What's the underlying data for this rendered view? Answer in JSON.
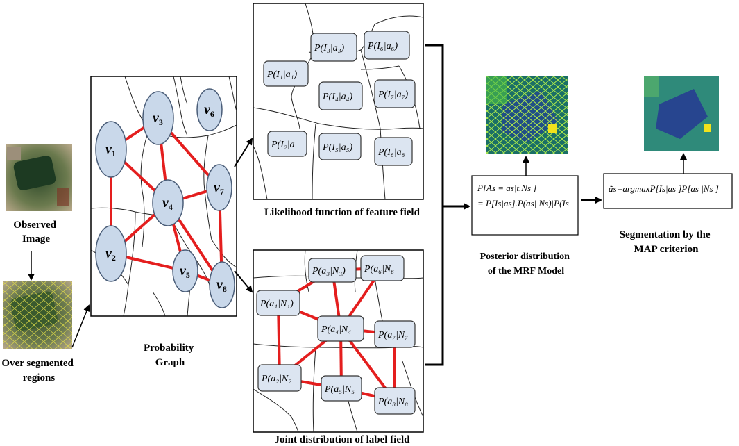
{
  "captions": {
    "observed": [
      "Observed",
      "Image"
    ],
    "over_segmented": [
      "Over segmented",
      "regions"
    ],
    "probability_graph": [
      "Probability",
      "Graph"
    ],
    "likelihood": "Likelihood function of feature field",
    "joint": "Joint distribution of label field",
    "posterior": [
      "Posterior distribution",
      "of the MRF Model"
    ],
    "segmentation": [
      "Segmentation by the",
      "MAP criterion"
    ]
  },
  "graph_nodes": [
    {
      "id": "v1",
      "label": "v",
      "sub": "1"
    },
    {
      "id": "v2",
      "label": "v",
      "sub": "2"
    },
    {
      "id": "v3",
      "label": "v",
      "sub": "3"
    },
    {
      "id": "v4",
      "label": "v",
      "sub": "4"
    },
    {
      "id": "v5",
      "label": "v",
      "sub": "5"
    },
    {
      "id": "v6",
      "label": "v",
      "sub": "6"
    },
    {
      "id": "v7",
      "label": "v",
      "sub": "7"
    },
    {
      "id": "v8",
      "label": "v",
      "sub": "8"
    }
  ],
  "graph_edges": [
    [
      "v1",
      "v3"
    ],
    [
      "v1",
      "v4"
    ],
    [
      "v1",
      "v2"
    ],
    [
      "v3",
      "v4"
    ],
    [
      "v3",
      "v7"
    ],
    [
      "v2",
      "v4"
    ],
    [
      "v2",
      "v5"
    ],
    [
      "v4",
      "v5"
    ],
    [
      "v4",
      "v7"
    ],
    [
      "v4",
      "v8"
    ],
    [
      "v7",
      "v8"
    ],
    [
      "v5",
      "v8"
    ]
  ],
  "likelihood_boxes": [
    "P(I₁|a₁)",
    "P(I₂|a",
    "P(I₃|a₃)",
    "P(I₄|a₄)",
    "P(I₅|a₅)",
    "P(I₆|a₆)",
    "P(I₇|a₇)",
    "P(I₈|a₈"
  ],
  "joint_boxes": [
    "P(a₁|N₁)",
    "P(a₂|N₂",
    "P(a₃|N₃)",
    "P(a₄|N₄",
    "P(a₅|N₅",
    "P(a₆|N₆",
    "P(a₇|N₇",
    "P(a₈|N₈"
  ],
  "joint_edges": [
    [
      "a1",
      "a3"
    ],
    [
      "a1",
      "a4"
    ],
    [
      "a1",
      "a2"
    ],
    [
      "a3",
      "a4"
    ],
    [
      "a3",
      "a6"
    ],
    [
      "a6",
      "a4"
    ],
    [
      "a4",
      "a7"
    ],
    [
      "a4",
      "a5"
    ],
    [
      "a4",
      "a8"
    ],
    [
      "a2",
      "a4"
    ],
    [
      "a2",
      "a5"
    ],
    [
      "a5",
      "a8"
    ],
    [
      "a7",
      "a8"
    ]
  ],
  "posterior_formula": [
    "P[As =  as|t.Ns ]",
    "= P[Is|as].P(as| Ns)|P(Is"
  ],
  "map_formula": "ãs=argmaxP[Is|as ]P[as |Ns ]",
  "colors": {
    "edge": "#e41e1e",
    "node_fill": "#c9d8ea",
    "node_stroke": "#4a5d78",
    "box_fill": "#dce5f1"
  }
}
